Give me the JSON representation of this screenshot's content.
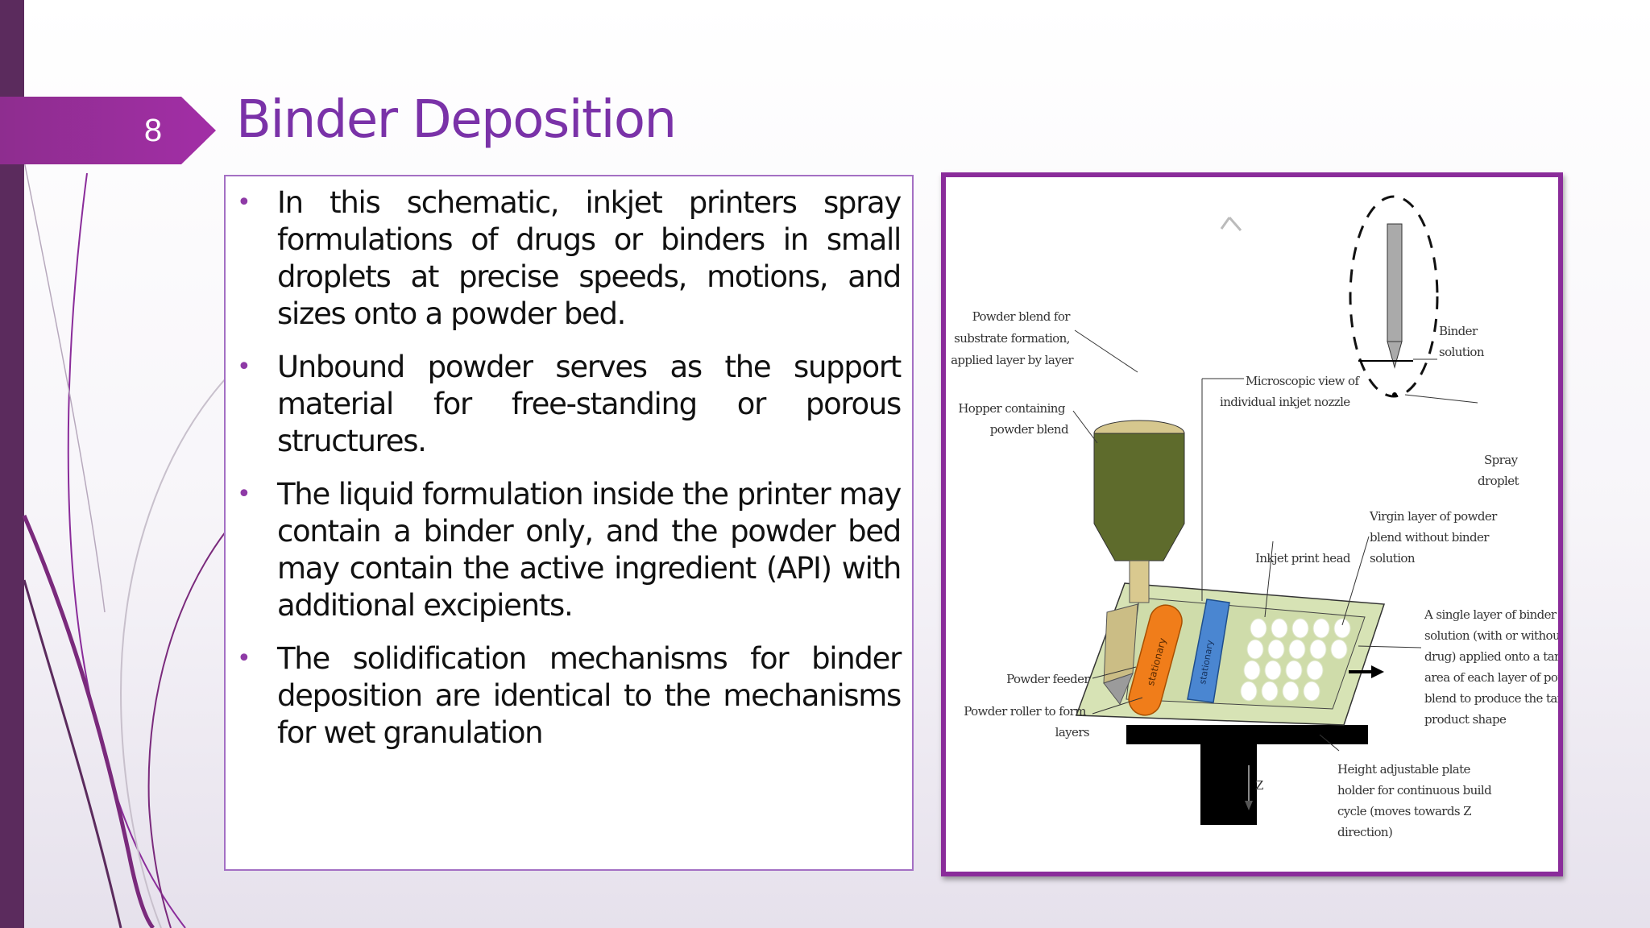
{
  "slide": {
    "number": "8",
    "title": "Binder Deposition"
  },
  "bullets": [
    "In this schematic, inkjet printers spray formulations of drugs or binders in small droplets at precise speeds, motions, and sizes onto a powder bed.",
    "Unbound powder serves as the support material for free-standing or porous structures.",
    "The liquid formulation inside the printer may contain a binder only, and the powder bed may contain the active ingredient (API) with additional excipients.",
    "The solidification mechanisms for binder deposition are identical to the mechanisms for wet granulation"
  ],
  "figure": {
    "labels": {
      "powder_blend": [
        "Powder blend for",
        "substrate formation,",
        "applied layer by layer"
      ],
      "hopper": [
        "Hopper containing",
        "powder blend"
      ],
      "microscopic": [
        "Microscopic view of",
        "individual inkjet nozzle"
      ],
      "binder_solution": [
        "Binder",
        "solution"
      ],
      "spray_droplet": [
        "Spray",
        "droplet"
      ],
      "virgin_layer": [
        "Virgin layer of powder",
        "blend without binder",
        "solution"
      ],
      "inkjet_head": "Inkjet print head",
      "single_layer": [
        "A single layer of binder",
        "solution (with or without the",
        "drug) applied onto a target",
        "area of each layer of powder",
        "blend to produce the target",
        "product shape"
      ],
      "powder_feeder": "Powder feeder",
      "powder_roller": [
        "Powder roller to form",
        "layers"
      ],
      "height_plate": [
        "Height adjustable plate",
        "holder for continuous build",
        "cycle (moves towards Z",
        "direction)"
      ],
      "z_axis": "Z",
      "roller_text": "stationary",
      "head_text": "stationary"
    },
    "colors": {
      "hopper": "#5e6b2c",
      "nozzle": "#d9c98f",
      "platform": "#d7e3b5",
      "roller": "#f07d1a",
      "print_head": "#4a86d1",
      "base": "#000000",
      "frame": "#8a2c9a"
    }
  },
  "theme": {
    "accent": "#7a32a8",
    "tab": "#9b2b9c",
    "sidebar": "#5b2b5d"
  }
}
